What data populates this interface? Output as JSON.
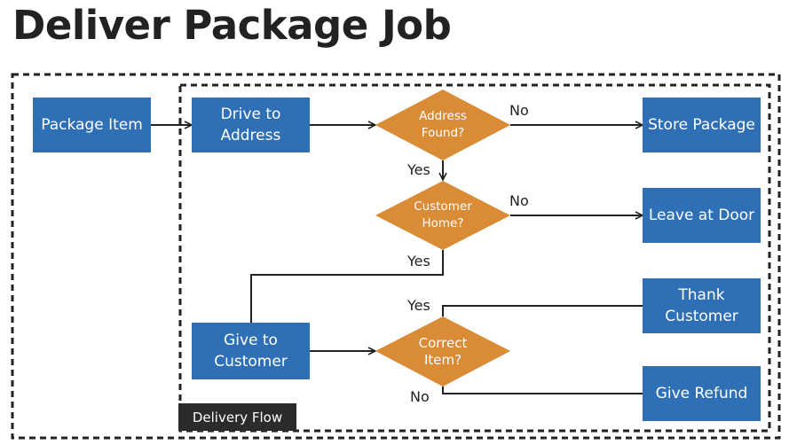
{
  "title": "Deliver Package Job",
  "container_label": "Delivery Flow",
  "nodes": {
    "package_item": "Package Item",
    "drive_to_address": "Drive to\nAddress",
    "store_package": "Store Package",
    "leave_at_door": "Leave at Door",
    "thank_customer": "Thank\nCustomer",
    "give_to_customer": "Give to\nCustomer",
    "give_refund": "Give Refund"
  },
  "decisions": {
    "address_found": "Address\nFound?",
    "customer_home": "Customer\nHome?",
    "correct_item": "Correct\nItem?"
  },
  "edge_labels": {
    "address_no": "No",
    "address_yes": "Yes",
    "home_no": "No",
    "home_yes": "Yes",
    "correct_yes": "Yes",
    "correct_no": "No"
  },
  "colors": {
    "process_box": "#2f6fb5",
    "decision_diamond": "#d98b36",
    "container_tag": "#2b2b2b",
    "connector": "#222222"
  }
}
